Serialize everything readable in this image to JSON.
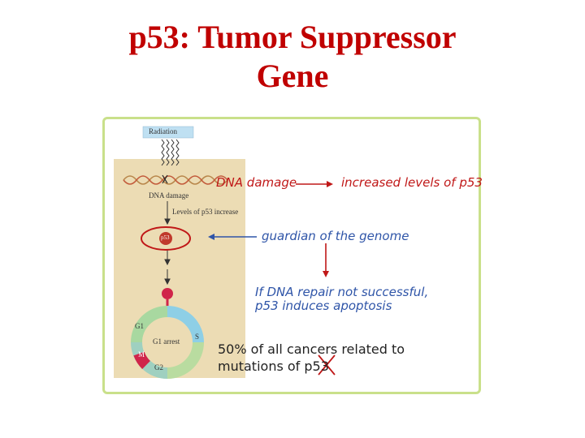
{
  "title": {
    "line1": "p53: Tumor Suppressor",
    "line2": "Gene"
  },
  "figure": {
    "radiation_label": "Radiation",
    "dna_damage_label": "DNA damage",
    "p53_increase_label": "Levels of p53 increase",
    "p53_protein_label": "p53",
    "arrest_label": "G1 arrest",
    "phase_g1": "G1",
    "phase_s": "S",
    "phase_g2": "G2",
    "phase_m": "M"
  },
  "annotations": {
    "dna_damage": "DNA damage",
    "increased_p53": "increased levels of p53",
    "guardian": "guardian of the genome",
    "repair_line1": "If DNA repair not successful,",
    "repair_line2": "p53 induces apoptosis",
    "cancers_line1": "50% of all cancers related to",
    "cancers_line2": "mutations of p53"
  },
  "colors": {
    "title": "#c00000",
    "frame": "#c9e08a",
    "panel": "#ecdcb4",
    "red_ink": "#c01818",
    "blue_ink": "#2f55a8"
  }
}
